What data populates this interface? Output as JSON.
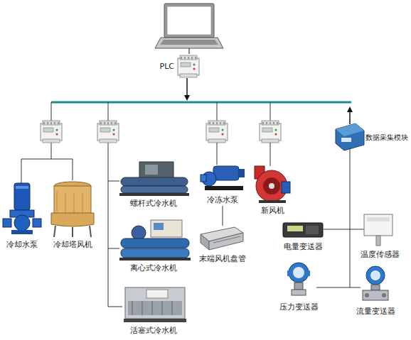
{
  "diagram": {
    "labels": [
      "PLC",
      "冷却水泵",
      "冷却塔风机",
      "螺杆式冷水机",
      "离心式冷水机",
      "活塞式冷水机",
      "冷冻水泵",
      "末端风机盘管",
      "新风机",
      "数据采集模块",
      "电量变送器",
      "温度传感器",
      "压力变送器",
      "流量变送器"
    ]
  }
}
